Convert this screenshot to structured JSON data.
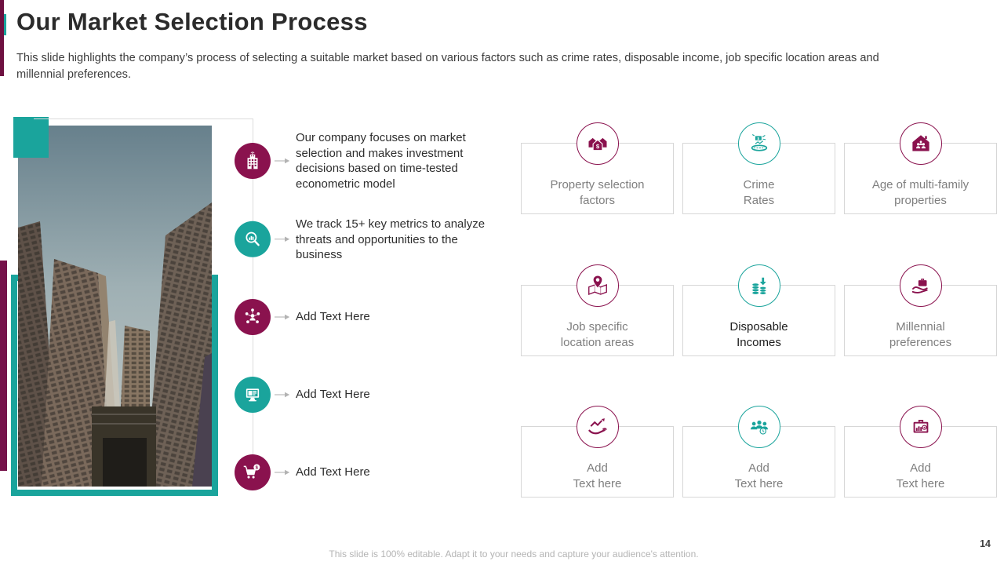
{
  "slide": {
    "title": "Our Market Selection Process",
    "subtitle": "This slide highlights the company’s process of selecting a suitable market based on various factors such as crime rates, disposable income, job specific location areas and\nmillennial preferences.",
    "footer_note": "This slide is 100% editable. Adapt it to your needs and capture your audience's attention.",
    "page_number": "14"
  },
  "colors": {
    "maroon": "#8A124E",
    "teal": "#1AA49C",
    "accent_bar_maroon": "#6E1040",
    "card_border": "#D7D7D7",
    "connector_gray": "#DCDCDC",
    "label_gray": "#7F7F7F"
  },
  "timeline": {
    "items": [
      {
        "icon": "office-building-icon",
        "color": "maroon",
        "text": "Our company focuses on market\nselection and makes investment\ndecisions based on time-tested\neconometric model"
      },
      {
        "icon": "magnifier-analytics-icon",
        "color": "teal",
        "text": "We track 15+ key metrics to analyze\nthreats and opportunities to the\nbusiness"
      },
      {
        "icon": "people-network-icon",
        "color": "maroon",
        "text": "Add Text Here"
      },
      {
        "icon": "monitor-icon",
        "color": "teal",
        "text": "Add Text Here"
      },
      {
        "icon": "cart-dollar-icon",
        "color": "maroon",
        "text": "Add Text Here"
      }
    ]
  },
  "factor_grid": {
    "cards": [
      {
        "icon": "houses-dollar-icon",
        "color": "maroon",
        "line1": "Property selection",
        "line2": "factors"
      },
      {
        "icon": "crime-money-icon",
        "color": "teal",
        "line1": "Crime",
        "line2": "Rates"
      },
      {
        "icon": "family-home-icon",
        "color": "maroon",
        "line1": "Age of multi-family",
        "line2": "properties"
      },
      {
        "icon": "map-pin-icon",
        "color": "maroon",
        "line1": "Job specific",
        "line2": "location areas"
      },
      {
        "icon": "coins-arrow-icon",
        "color": "teal",
        "line1": "Disposable",
        "line2": "Incomes"
      },
      {
        "icon": "hand-briefcase-icon",
        "color": "maroon",
        "line1": "Millennial",
        "line2": "preferences"
      },
      {
        "icon": "hand-growth-icon",
        "color": "maroon",
        "line1": "Add",
        "line2": "Text here"
      },
      {
        "icon": "people-clock-icon",
        "color": "teal",
        "line1": "Add",
        "line2": "Text here"
      },
      {
        "icon": "briefcase-chart-icon",
        "color": "maroon",
        "line1": "Add",
        "line2": "Text here"
      }
    ]
  },
  "photo": {
    "description": "low-angle photo of high-rise apartment towers against the sky"
  }
}
